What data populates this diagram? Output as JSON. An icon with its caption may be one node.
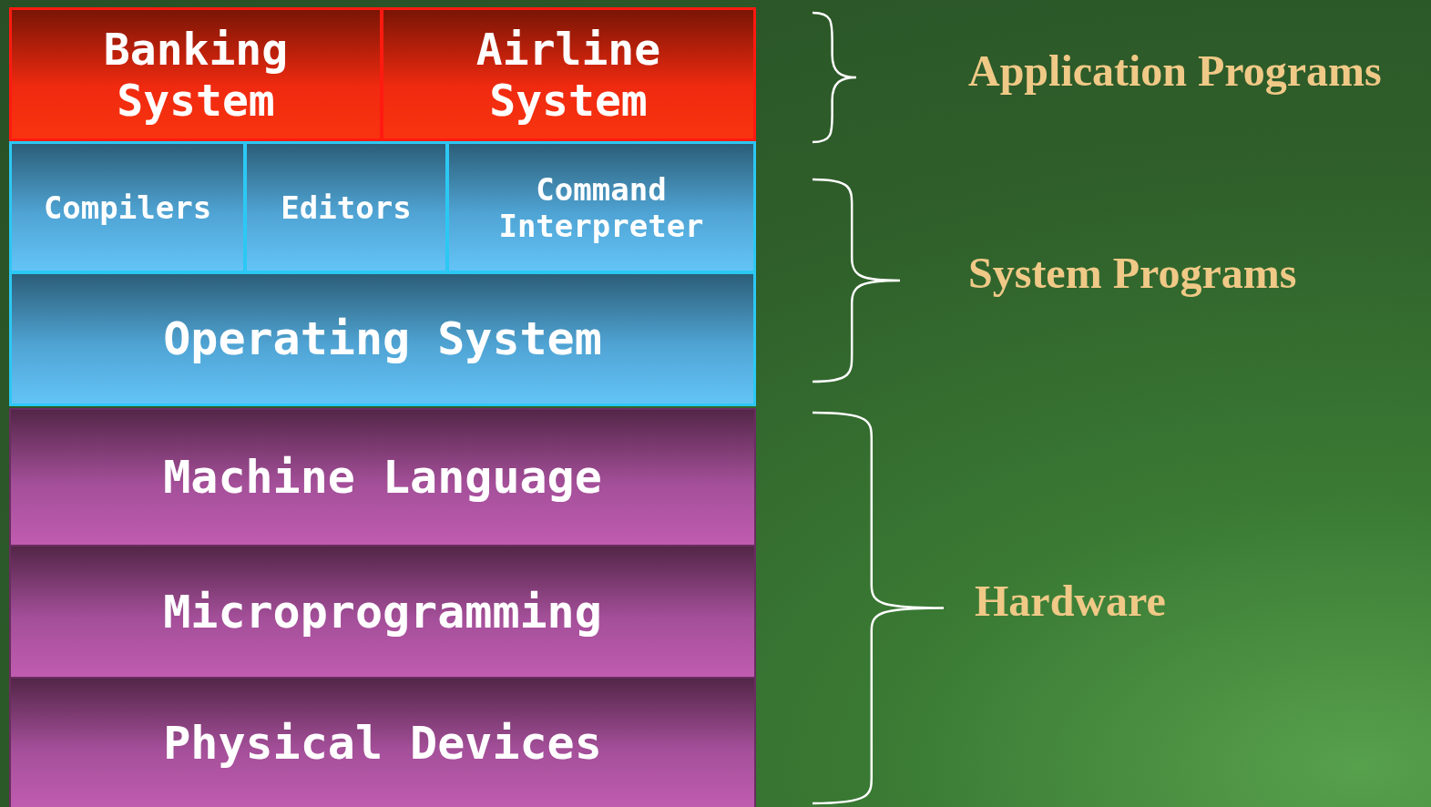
{
  "diagram": {
    "nodes": [
      {
        "text": [
          "Banking System"
        ]
      },
      {
        "text": [
          "Airline System"
        ]
      },
      {
        "text": [
          "Compilers"
        ]
      },
      {
        "text": [
          "Editors"
        ]
      },
      {
        "text": [
          "Command Interpreter"
        ]
      },
      {
        "text": [
          "Operating System"
        ]
      },
      {
        "text": [
          "Machine Language"
        ]
      },
      {
        "text": [
          "Microprogramming"
        ]
      },
      {
        "text": [
          "Physical Devices"
        ]
      }
    ],
    "edges": [],
    "labels": [
      "Application Programs",
      "System Programs",
      "Hardware"
    ]
  }
}
